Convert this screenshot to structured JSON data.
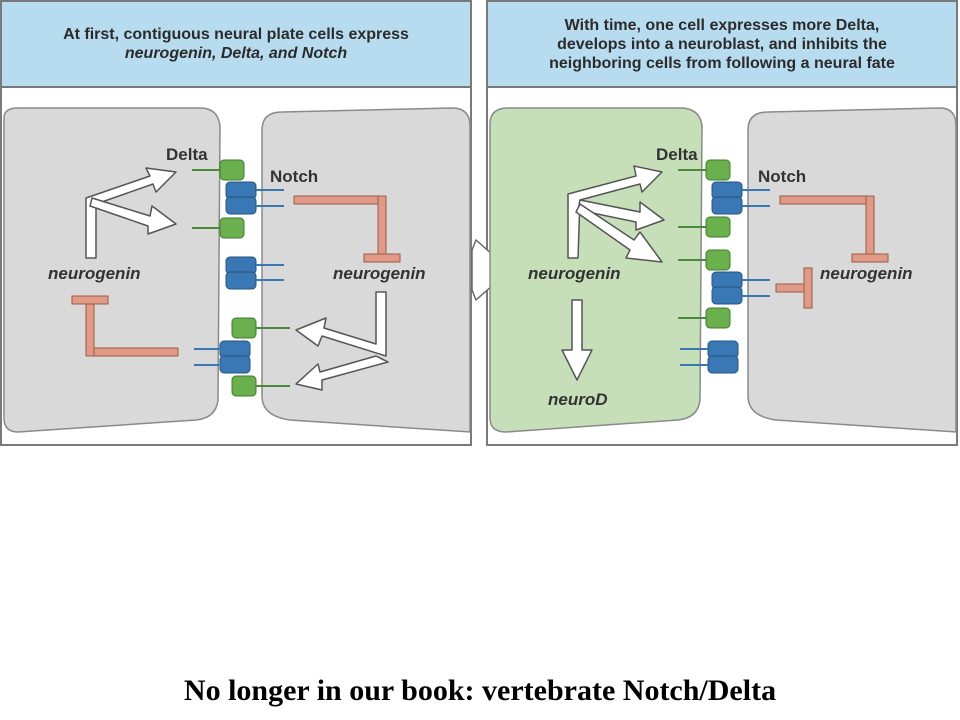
{
  "left_panel": {
    "header_lines": [
      "At first, contiguous neural plate cells express",
      "neurogenin, Delta, and Notch"
    ],
    "labels": {
      "delta": "Delta",
      "notch": "Notch",
      "gene_left": "neurogenin",
      "gene_right": "neurogenin"
    }
  },
  "right_panel": {
    "header_lines": [
      "With time, one cell expresses more Delta,",
      "develops into a neuroblast, and inhibits the",
      "neighboring cells from following a neural fate"
    ],
    "labels": {
      "delta": "Delta",
      "notch": "Notch",
      "gene_left": "neurogenin",
      "gene_downstream": "neuroD",
      "gene_right": "neurogenin"
    }
  },
  "caption": "No longer in our book: vertebrate Notch/Delta",
  "colors": {
    "header_bg": "#b8dcef",
    "cell_gray": "#d9d9d9",
    "cell_green": "#c6dfb9",
    "delta_green": "#6ab04c",
    "notch_blue": "#3a78b5",
    "inhibit_salmon": "#e09a85",
    "frame_border": "#7a7a7a"
  },
  "icons": [
    "activation-arrow",
    "inhibition-bar",
    "delta-ligand-icon",
    "notch-receptor-icon",
    "progression-arrow"
  ]
}
